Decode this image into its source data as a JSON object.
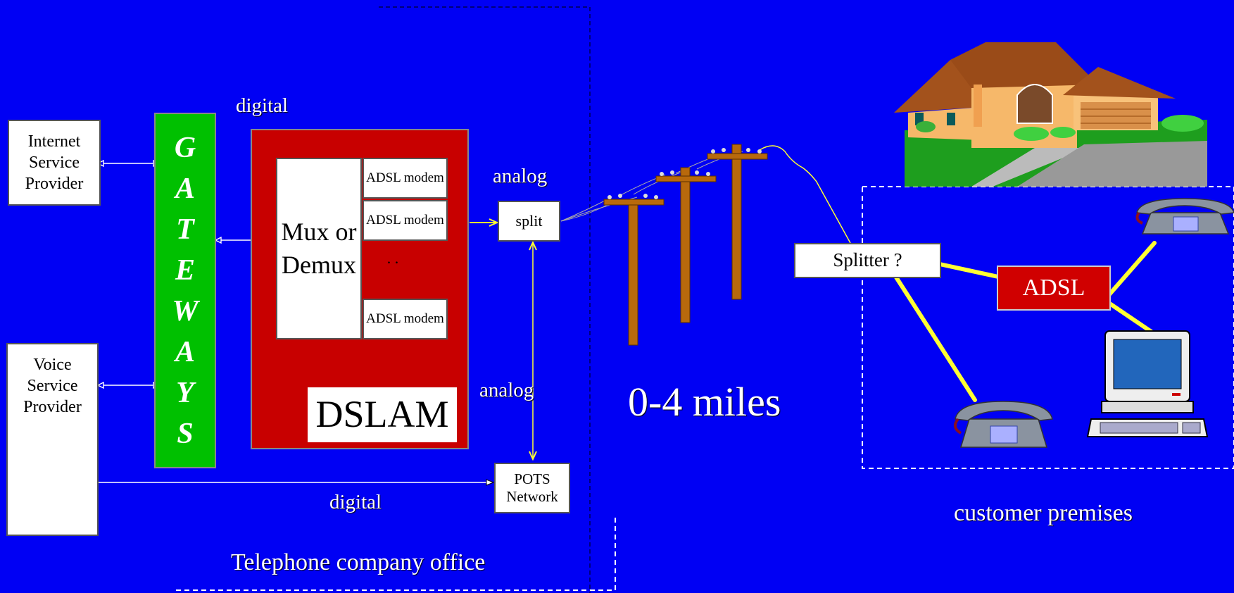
{
  "boxes": {
    "isp": "Internet Service Provider",
    "vsp": "Voice Service Provider",
    "gateways": [
      "G",
      "A",
      "T",
      "E",
      "W",
      "A",
      "Y",
      "S"
    ],
    "mux": "Mux or Demux",
    "modem1": "ADSL modem",
    "modem2": "ADSL modem",
    "modem3": "ADSL modem",
    "dots": ". .",
    "dslam": "DSLAM",
    "split": "split",
    "pots": "POTS Network",
    "splitter": "Splitter ?",
    "adsl": "ADSL"
  },
  "labels": {
    "digital_top": "digital",
    "analog_top": "analog",
    "analog_bottom": "analog",
    "digital_bottom": "digital",
    "telco_office": "Telephone company office",
    "distance": "0-4 miles",
    "customer": "customer premises"
  },
  "colors": {
    "background": "#0000f4",
    "gateways": "#00c000",
    "dslam": "#c80000",
    "adsl": "#d00000",
    "link": "#ffff33"
  },
  "icons": [
    "house-icon",
    "utility-pole-icon",
    "telephone-icon",
    "computer-icon"
  ]
}
